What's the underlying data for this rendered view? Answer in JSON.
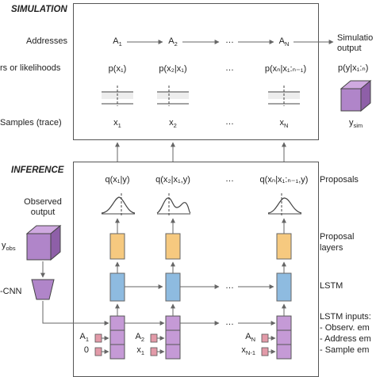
{
  "simulation": {
    "header": "SIMULATION",
    "row_labels": {
      "addresses": "Addresses",
      "priors": "rs or likelihoods",
      "samples": "Samples (trace)"
    },
    "address_labels": [
      {
        "base": "A",
        "sub": "1"
      },
      {
        "base": "A",
        "sub": "2"
      },
      {
        "base": "A",
        "sub": "N"
      }
    ],
    "prior_labels": [
      "p(x₁)",
      "p(x₂|x₁)",
      "p(xₙ|x₁:ₙ₋₁)"
    ],
    "sample_labels": [
      {
        "base": "x",
        "sub": "1"
      },
      {
        "base": "x",
        "sub": "2"
      },
      {
        "base": "x",
        "sub": "N"
      }
    ],
    "ellipsis": "…",
    "output_label": "Simulation output",
    "output_line1": "Simulatio",
    "output_line2": "output",
    "output_prob": "p(y|x₁:ₙ)",
    "cube_label": {
      "base": "y",
      "sub": "sim"
    }
  },
  "inference": {
    "header": "INFERENCE",
    "observed_output": [
      "Observed",
      "output"
    ],
    "obs_label": {
      "base": "y",
      "sub": "obs"
    },
    "cnn_label": "-CNN",
    "proposal_labels": [
      "q(x₁|y)",
      "q(x₂|x₁,y)",
      "q(xₙ|x₁:ₙ₋₁,y)"
    ],
    "right_labels": {
      "proposals": "Proposals",
      "proposal_layers": [
        "Proposal",
        "layers"
      ],
      "lstm": "LSTM",
      "lstm_inputs": [
        "LSTM inputs:",
        "- Observ. em",
        "- Address em",
        "- Sample em"
      ]
    },
    "input_labels": [
      {
        "top": {
          "base": "A",
          "sub": "1"
        },
        "bottom": {
          "base": "0",
          "sub": ""
        }
      },
      {
        "top": {
          "base": "A",
          "sub": "2"
        },
        "bottom": {
          "base": "x",
          "sub": "1"
        }
      },
      {
        "top": {
          "base": "A",
          "sub": "N"
        },
        "bottom": {
          "base": "x",
          "sub": "N-1"
        }
      }
    ]
  },
  "colors": {
    "cube": "#b085c9",
    "proposal_layer": "#f6c97f",
    "lstm": "#8ebbe0",
    "input_stack": "#c59ad6",
    "input_box": "#e29aa8",
    "panel_border": "#555555",
    "arrow": "#666666"
  }
}
